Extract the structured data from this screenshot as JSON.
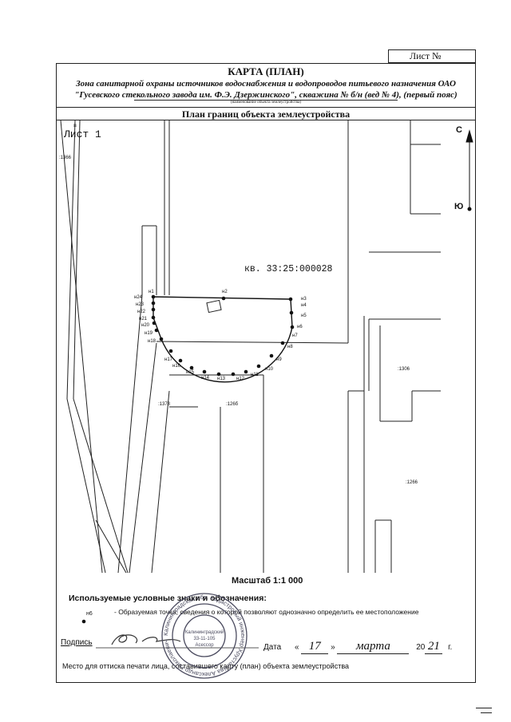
{
  "sheet_label": "Лист №",
  "header": {
    "title": "КАРТА (ПЛАН)",
    "subtitle_line1": "Зона санитарной охраны источников водоснабжения и водопроводов питьевого назначения ОАО",
    "subtitle_line2": "\"Гусевского стекольного завода им. Ф.Э. Дзержинского\", скважина № б/н (вед № 4), (первый пояс)",
    "subtitle_note": "(наименование объекта землеустройства)",
    "plan_title": "План границ объекта землеустройства"
  },
  "map": {
    "sheet_name": "Лист 1",
    "cadastral_block": "кв. 33:25:000028",
    "north_label": "С",
    "south_label": "Ю",
    "parcel_labels": [
      ":1366",
      ":1306",
      ":1266",
      ":1378",
      ":126б"
    ],
    "point_labels": [
      "н1",
      "н2",
      "н3",
      "н4",
      "н5",
      "н6",
      "н7",
      "н8",
      "н9",
      "н10",
      "н11",
      "н12",
      "н13",
      "н14",
      "н15",
      "н16",
      "н17",
      "н18",
      "н19",
      "н20",
      "н21",
      "н22",
      "н23",
      "н24"
    ]
  },
  "scale": "Масштаб 1:1 000",
  "legend": {
    "title": "Используемые условные знаки и обозначения:",
    "point_example": "н6",
    "point_desc": "- Образуемая точка, сведения о которой позволяют однозначно определить ее местоположение"
  },
  "signature": {
    "label": "Подпись",
    "date_label": "Дата",
    "day": "17",
    "month": "марта",
    "year_prefix": "20",
    "year_suffix": "21",
    "year_unit": "г."
  },
  "stamp_note": "Место для оттиска печати лица, составившего карту (план) объекта землеустройства",
  "stamp": {
    "ring_text": "Калининградская обл. Кадастровый инженер Хрусталёва Александр Николаевич",
    "center_text": "Калининградский 33-11-105 Асессор"
  }
}
